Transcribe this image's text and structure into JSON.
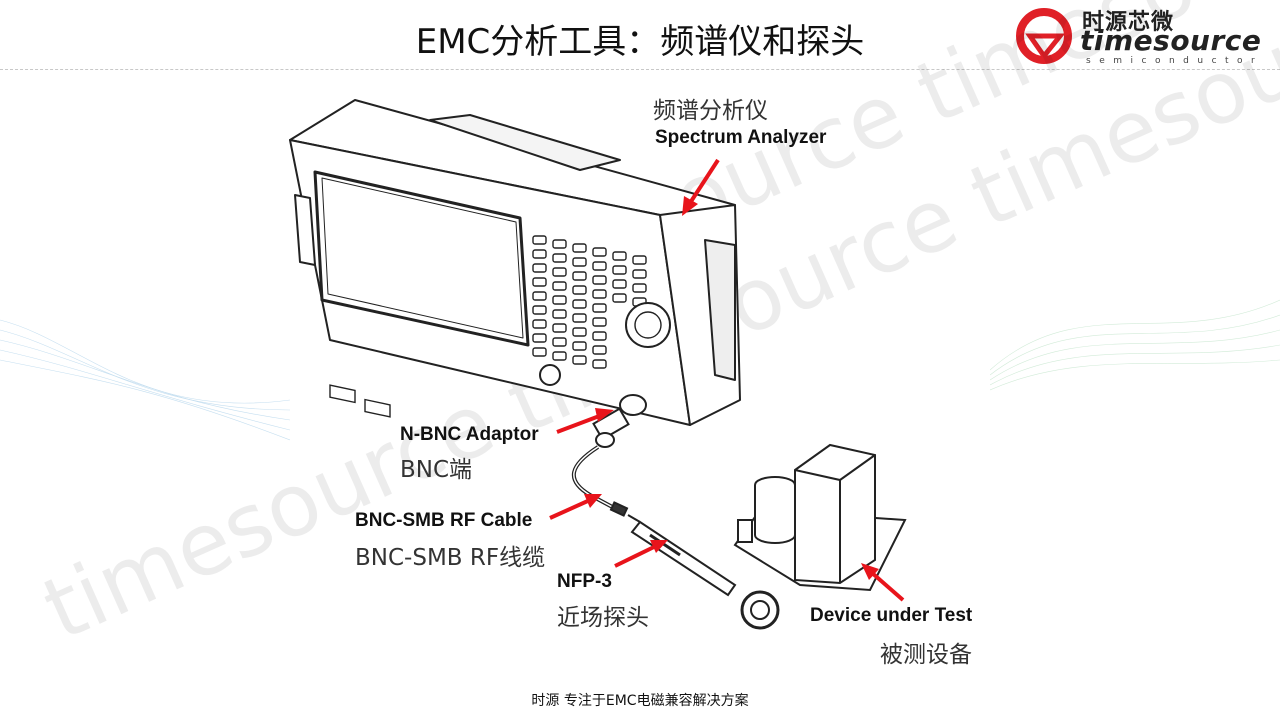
{
  "title": "EMC分析工具：频谱仪和探头",
  "logo": {
    "cn": "时源芯微",
    "en": "timesource",
    "sub": "semiconductor",
    "accent": "#e02027"
  },
  "watermark": [
    "timesource timesource timesource",
    "timesource timesource"
  ],
  "labels": {
    "analyzer": {
      "cn": "频谱分析仪",
      "en": "Spectrum Analyzer"
    },
    "adaptor": {
      "en": "N-BNC Adaptor",
      "cn": "BNC端"
    },
    "cable": {
      "en": "BNC-SMB RF Cable",
      "cn": "BNC-SMB RF线缆"
    },
    "probe": {
      "en": "NFP-3",
      "cn": "近场探头"
    },
    "dut": {
      "en": "Device under Test",
      "cn": "被测设备"
    }
  },
  "arrow_color": "#e8141b",
  "footer": "时源 专注于EMC电磁兼容解决方案"
}
